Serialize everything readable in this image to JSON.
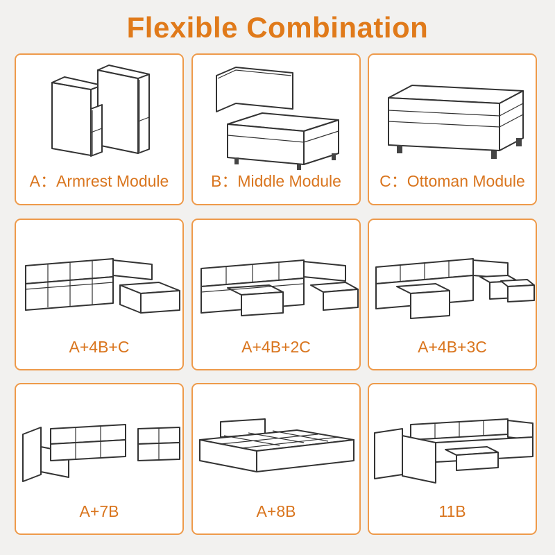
{
  "title": "Flexible Combination",
  "colors": {
    "accent": "#e07a1a",
    "border": "#ee9a4a",
    "background": "#f2f1ef"
  },
  "modules": [
    {
      "label": "A：Armrest Module"
    },
    {
      "label": "B：Middle Module"
    },
    {
      "label": "C：Ottoman Module"
    }
  ],
  "combinations": [
    {
      "label": "A+4B+C"
    },
    {
      "label": "A+4B+2C"
    },
    {
      "label": "A+4B+3C"
    },
    {
      "label": "A+7B"
    },
    {
      "label": "A+8B"
    },
    {
      "label": "11B"
    }
  ]
}
